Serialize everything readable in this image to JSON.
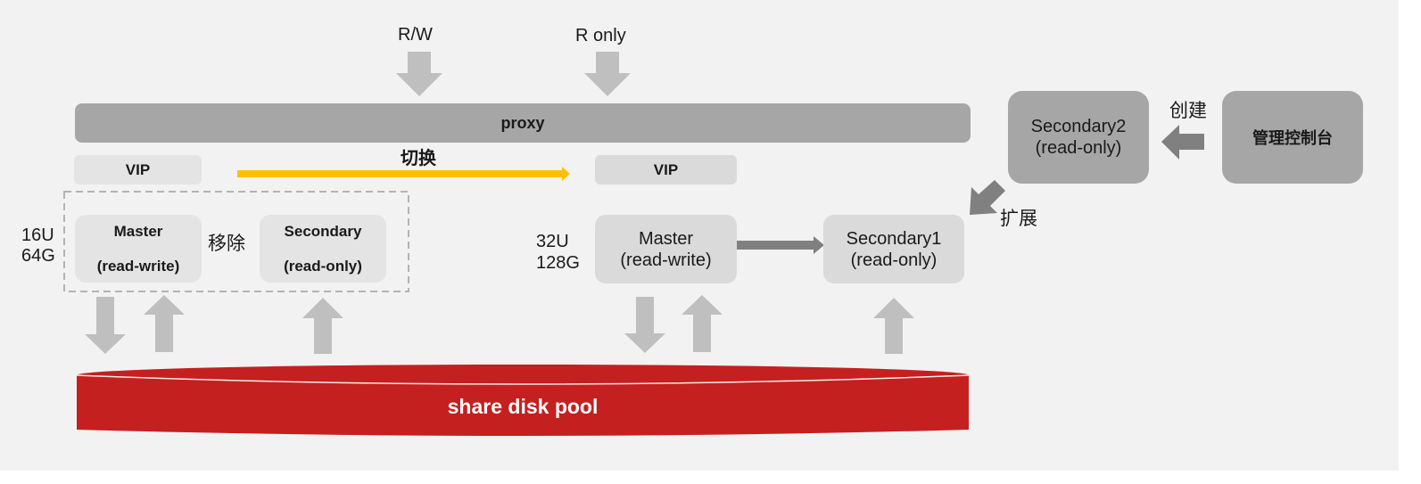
{
  "top_labels": {
    "rw": "R/W",
    "ro": "R only"
  },
  "proxy": {
    "label": "proxy"
  },
  "left": {
    "vip": "VIP",
    "spec_cpu": "16U",
    "spec_mem": "64G",
    "master": {
      "title": "Master",
      "role": "(read-write)"
    },
    "remove_label": "移除",
    "secondary": {
      "title": "Secondary",
      "role": "(read-only)"
    }
  },
  "switch_label": "切换",
  "right": {
    "vip": "VIP",
    "spec_cpu": "32U",
    "spec_mem": "128G",
    "master": {
      "title": "Master",
      "role": "(read-write)"
    },
    "secondary1": {
      "title": "Secondary1",
      "role": "(read-only)"
    },
    "expand_label": "扩展"
  },
  "secondary2": {
    "title": "Secondary2",
    "role": "(read-only)"
  },
  "create_label": "创建",
  "console": {
    "label": "管理控制台"
  },
  "disk_pool": {
    "label": "share disk pool"
  },
  "colors": {
    "background": "#f2f2f2",
    "proxy": "#a6a6a6",
    "switch_arrow": "#ffc000",
    "disk_pool": "#c42020",
    "io_arrow": "#bfbfbf",
    "flow_arrow": "#808080"
  }
}
